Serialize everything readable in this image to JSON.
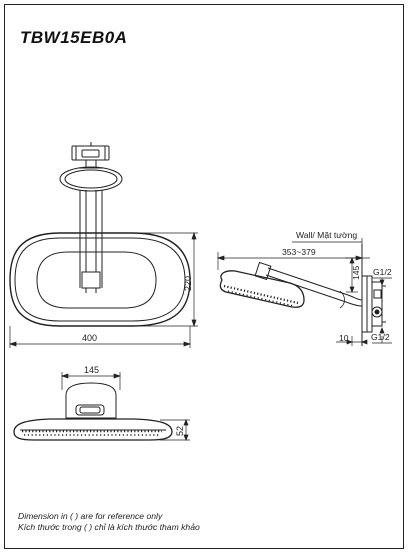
{
  "model": "TBW15EB0A",
  "notes": {
    "en": "Dimension in ( ) are for reference only",
    "vi": "Kích thước trong ( ) chỉ là kích thước tham khảo"
  },
  "front_view": {
    "width_label": "400",
    "height_label": "220"
  },
  "bottom_view": {
    "width_label": "145",
    "height_label": "52"
  },
  "side_view": {
    "wall_label": "Wall/ Mặt tường",
    "projection_label": "353~379",
    "vertical_label": "145",
    "thread_top": "G1/2",
    "thread_bottom": "G1/2",
    "offset_label": "10"
  },
  "colors": {
    "line": "#222222",
    "background": "#ffffff"
  }
}
